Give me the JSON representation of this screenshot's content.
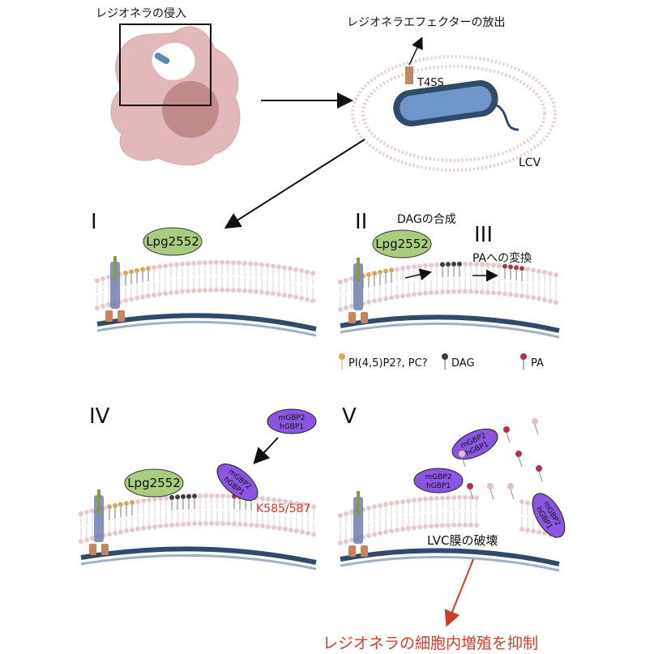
{
  "top": {
    "invasion_label": "レジオネラの侵入",
    "effector_label": "レジオネラエフェクターの放出",
    "t4ss_label": "T4SS",
    "lcv_label": "LCV"
  },
  "panels": {
    "p1": {
      "numeral": "I",
      "protein": "Lpg2552"
    },
    "p2": {
      "numeral": "II",
      "numeral2": "III",
      "protein": "Lpg2552",
      "dag_label": "DAGの合成",
      "pa_label": "PAへの変換"
    },
    "legend": {
      "pip2": "PI(4,5)P2?, PC?",
      "dag": "DAG",
      "pa": "PA"
    },
    "p4": {
      "numeral": "IV",
      "protein": "Lpg2552",
      "gbp_line1": "mGBP2",
      "gbp_line2": "hGBP1",
      "residue": "K585/587"
    },
    "p5": {
      "numeral": "V",
      "gbp_line1": "mGBP2",
      "gbp_line2": "hGBP1",
      "rupture_label": "LVC膜の破壊"
    }
  },
  "conclusion": "レジオネラの細胞内増殖を抑制",
  "colors": {
    "lipid": "#e6c9c9",
    "pip2": "#d4a860",
    "dag": "#3c3c3c",
    "pa": "#a8384a",
    "lpg": "#a9cc7e",
    "gbp": "#8a55e0",
    "bacterium": "#2f4a6a",
    "cell": "#e3b8bb",
    "arrow_red": "#d23a2a"
  }
}
